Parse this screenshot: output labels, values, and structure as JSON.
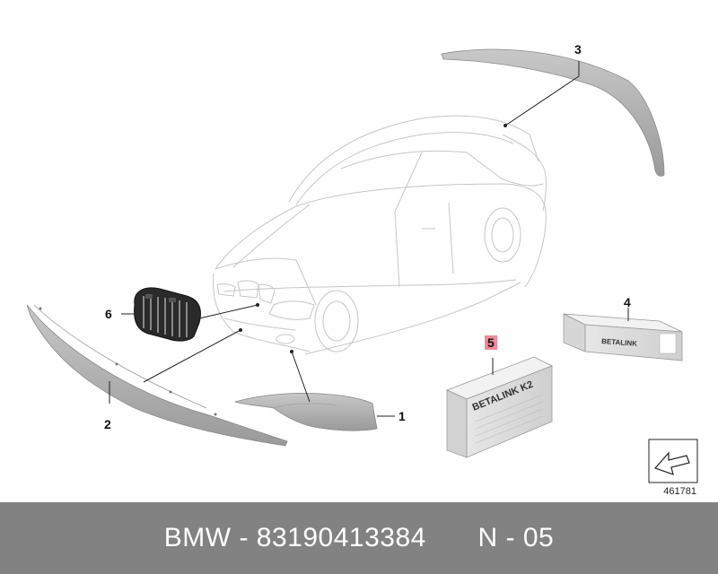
{
  "callouts": {
    "part_1": "1",
    "part_2": "2",
    "part_3": "3",
    "part_4": "4",
    "part_5": "5",
    "part_6": "6"
  },
  "packages": {
    "brand_small": "BETALINK",
    "brand_large": "BETALINK K2"
  },
  "ref_number": "461781",
  "footer": {
    "brand": "BMW",
    "separator": "-",
    "part_number": "83190413384",
    "code": "N - 05"
  },
  "colors": {
    "highlight": "#f08a98",
    "footer_bg": "#828282",
    "footer_text": "#ffffff"
  }
}
